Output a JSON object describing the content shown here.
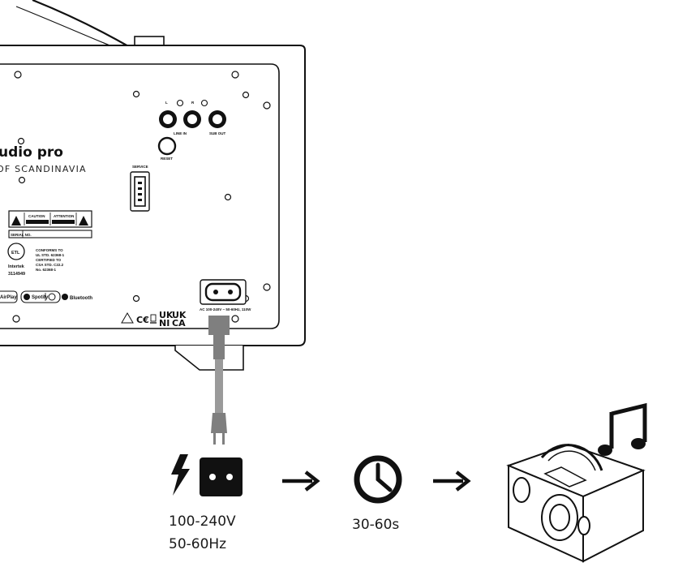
{
  "brand": {
    "name": "udio pro",
    "tagline": "OF SCANDINAVIA"
  },
  "ports": {
    "left_label": "L",
    "right_label": "R",
    "line_in": "LINE IN",
    "sub_out": "SUB OUT",
    "reset": "RESET",
    "service": "SERVICE"
  },
  "warnings": {
    "caution": "CAUTION",
    "attention": "ATTENTION",
    "serial": "SERIAL NO."
  },
  "certification": {
    "intertek": "Intertek",
    "number": "3114949",
    "conforms": [
      "CONFORMS TO",
      "UL STD. 62368-1",
      "CERTIFIED TO",
      "CSA STD. C22.2",
      "No. 62368-1"
    ]
  },
  "logos": {
    "airplay": "AirPlay",
    "spotify": "Spotify",
    "bluetooth": "Bluetooth"
  },
  "power": {
    "spec": "AC 100-240V ~ 50-60Hz, 110W",
    "marks": [
      "UK",
      "NI"
    ],
    "marks2": [
      "UK",
      "CA"
    ]
  },
  "steps": {
    "voltage": "100-240V",
    "frequency": "50-60Hz",
    "wait_time": "30-60s"
  },
  "icons": [
    "lightning-icon",
    "power-socket-icon",
    "arrow-right-icon",
    "clock-icon",
    "music-note-icon",
    "speaker-icon"
  ]
}
